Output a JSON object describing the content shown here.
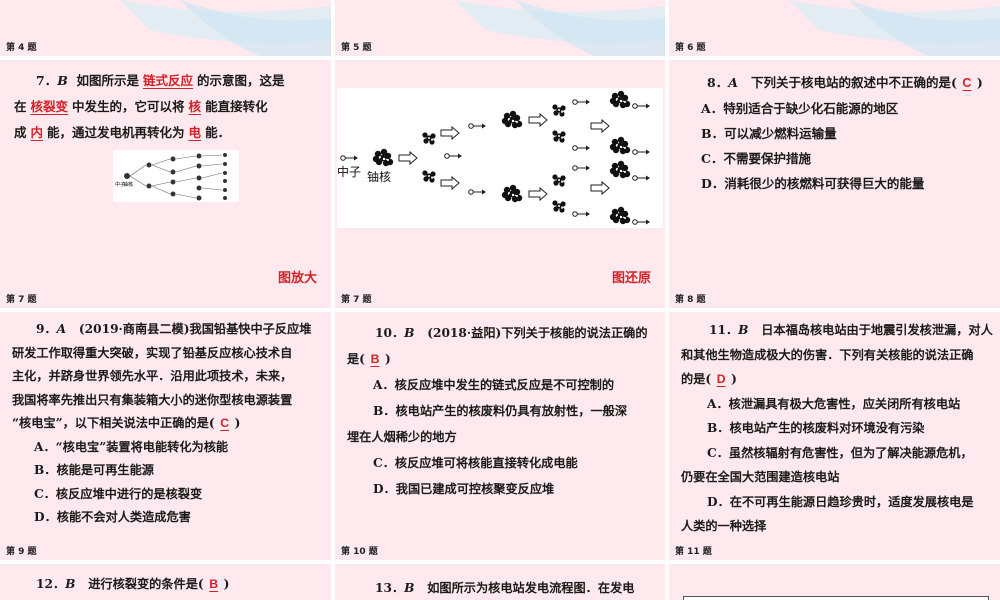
{
  "row1": [
    {
      "footer": "第 4 题"
    },
    {
      "footer": "第 5 题"
    },
    {
      "footer": "第 6 题"
    }
  ],
  "slide7a": {
    "footer": "第 7 题",
    "num": "7．",
    "letter": "B",
    "t1": "如图所示是",
    "a1": "链式反应",
    "t2": "的示意图，这是",
    "t3": "在",
    "a2": "核裂变",
    "t4": "中发生的，它可以将",
    "a3": "核",
    "t5": "能直接转化",
    "t6": "成",
    "a4": "内",
    "t7": "能，通过发电机再转化为",
    "a5": "电",
    "t8": "能．",
    "small_label1": "中子",
    "small_label2": "铀核",
    "link": "图放大"
  },
  "slide7b": {
    "footer": "第 7 题",
    "label_neutron": "中子",
    "label_uranium": "铀核",
    "link": "图还原"
  },
  "slide8": {
    "footer": "第 8 题",
    "num": "8．",
    "letter": "A",
    "stem": "下列关于核电站的叙述中不正确的是(",
    "answer": "C",
    "close": ")",
    "options": [
      "A．特别适合于缺少化石能源的地区",
      "B．可以减少燃料运输量",
      "C．不需要保护措施",
      "D．消耗很少的核燃料可获得巨大的能量"
    ]
  },
  "slide9": {
    "footer": "第 9 题",
    "num": "9．",
    "letter": "A",
    "src": "(2019·商南县二模)",
    "lines": [
      "我国铅基快中子反应堆",
      "研发工作取得重大突破，实现了铅基反应核心技术自",
      "主化，并跻身世界领先水平．沿用此项技术，未来，",
      "我国将率先推出只有集装箱大小的迷你型核电源装置",
      "“核电宝”，以下相关说法中正确的是("
    ],
    "answer": "C",
    "close": ")",
    "options": [
      "A．“核电宝”装置将电能转化为核能",
      "B．核能是可再生能源",
      "C．核反应堆中进行的是核裂变",
      "D．核能不会对人类造成危害"
    ]
  },
  "slide10": {
    "footer": "第 10 题",
    "num": "10．",
    "letter": "B",
    "src": "(2018·益阳)",
    "stem1": "下列关于核能的说法正确的",
    "stem2": "是(",
    "answer": "B",
    "close": ")",
    "options": [
      "A．核反应堆中发生的链式反应是不可控制的",
      "B．核电站产生的核废料仍具有放射性，一般深",
      "埋在人烟稀少的地方",
      "C．核反应堆可将核能直接转化成电能",
      "D．我国已建成可控核聚变反应堆"
    ]
  },
  "slide11": {
    "footer": "第 11 题",
    "num": "11．",
    "letter": "B",
    "lines": [
      "日本福岛核电站由于地震引发核泄漏，对人",
      "和其他生物造成极大的伤害．下列有关核能的说法正确",
      "的是("
    ],
    "answer": "D",
    "close": ")",
    "options": [
      "A．核泄漏具有极大危害性，应关闭所有核电站",
      "B．核电站产生的核废料对环境没有污染",
      "C．虽然核辐射有危害性，但为了解决能源危机，",
      "仍要在全国大范围建造核电站",
      "D．在不可再生能源日趋珍贵时，适度发展核电是",
      "人类的一种选择"
    ]
  },
  "slide12": {
    "num": "12．",
    "letter": "B",
    "stem": "进行核裂变的条件是(",
    "answer": "B",
    "close": ")"
  },
  "slide13": {
    "num": "13．",
    "letter": "B",
    "stem": "如图所示为核电站发电流程图．在发电"
  }
}
